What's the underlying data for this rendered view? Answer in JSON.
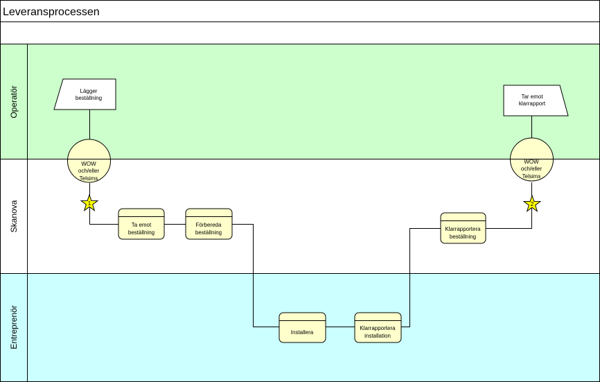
{
  "title": "Leveransprocessen",
  "colors": {
    "lane_operator": "#ccffcc",
    "lane_skanova": "#ffffff",
    "lane_entreprenor": "#ccffff",
    "task_fill": "#ffffcc",
    "connector_fill": "#ffffcc",
    "star_fill": "#ffff00",
    "line": "#000000"
  },
  "lanes": [
    {
      "id": "operator",
      "label": "Operatör"
    },
    {
      "id": "skanova",
      "label": "Skanova"
    },
    {
      "id": "entreprenor",
      "label": "Entreprenör"
    }
  ],
  "nodes": {
    "lagger": [
      "Lägger",
      "beställning"
    ],
    "taremot_klar": [
      "Tar emot",
      "klarrapport"
    ],
    "wow1": [
      "WOW",
      "och/eller",
      "Telsims"
    ],
    "wow2": [
      "WOW",
      "och/eller",
      "Telsims"
    ],
    "ta_emot": [
      "Ta emot",
      "beställning"
    ],
    "forbereda": [
      "Förbereda",
      "beställning"
    ],
    "klar_best": [
      "Klarrapportera",
      "beställning"
    ],
    "installera": [
      "Installera"
    ],
    "klar_inst": [
      "Klarrapportera",
      "installation"
    ]
  },
  "markers": {
    "star1": "1",
    "star2": "2"
  }
}
